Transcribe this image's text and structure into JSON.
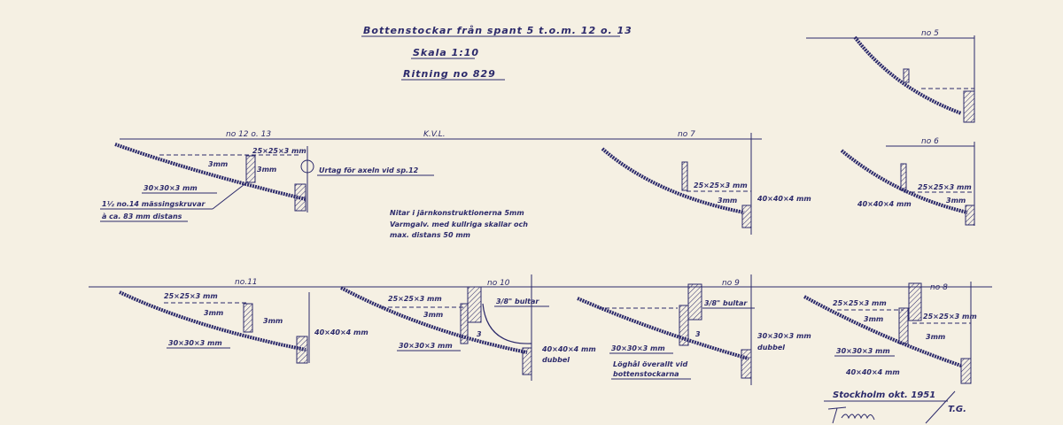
{
  "title": {
    "line1": "Bottenstockar från spant 5 t.o.m. 12 o. 13",
    "line2": "Skala 1:10",
    "line3": "Ritning no 829"
  },
  "frames": {
    "no5": "no 5",
    "no12_13": "no 12 o. 13",
    "kvl": "K.V.L.",
    "no7": "no 7",
    "no6": "no 6",
    "no11": "no.11",
    "no10": "no 10",
    "no9": "no 9",
    "no8": "no 8"
  },
  "dims": {
    "a25": "25×25×3 mm",
    "t3": "3mm",
    "a30": "30×30×3 mm",
    "a40": "40×40×4 mm",
    "dubbel": "dubbel",
    "bultar": "3/8\" bultar",
    "three": "3"
  },
  "notes": {
    "screws1": "1½ no.14 mässingskruvar",
    "screws2": "à ca. 83 mm distans",
    "urtag": "Urtag för axeln vid sp.12",
    "nitar1": "Nitar i järnkonstruktionerna 5mm",
    "nitar2": "Varmgalv. med kullriga skallar och",
    "nitar3": "max. distans 50 mm",
    "loghal1": "Löghål överallt vid",
    "loghal2": "bottenstockarna"
  },
  "footer": {
    "place_date": "Stockholm okt. 1951",
    "initials": "T.G."
  },
  "colors": {
    "paper": "#f5f0e3",
    "ink": "#2c2a6b"
  }
}
